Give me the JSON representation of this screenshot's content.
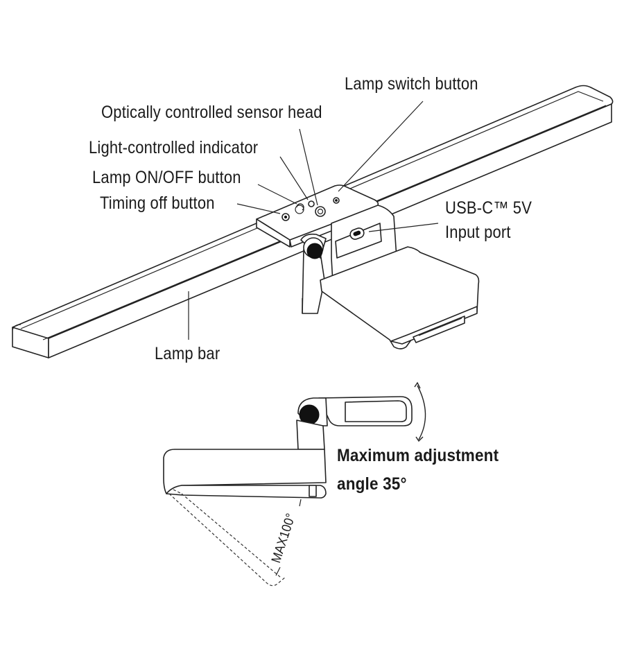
{
  "labels": {
    "lamp_switch_button": "Lamp switch button",
    "sensor_head": "Optically controlled sensor head",
    "light_indicator": "Light-controlled indicator",
    "on_off_button": "Lamp ON/OFF button",
    "timing_off_button": "Timing off button",
    "usb_port_line1": "USB-C™ 5V",
    "usb_port_line2": "Input port",
    "lamp_bar": "Lamp bar",
    "max_angle_line1": "Maximum adjustment",
    "max_angle_line2": "angle 35°",
    "max_clamp": "MAX100°"
  },
  "colors": {
    "line": "#222222",
    "text": "#1a1a1a",
    "background": "#ffffff"
  }
}
